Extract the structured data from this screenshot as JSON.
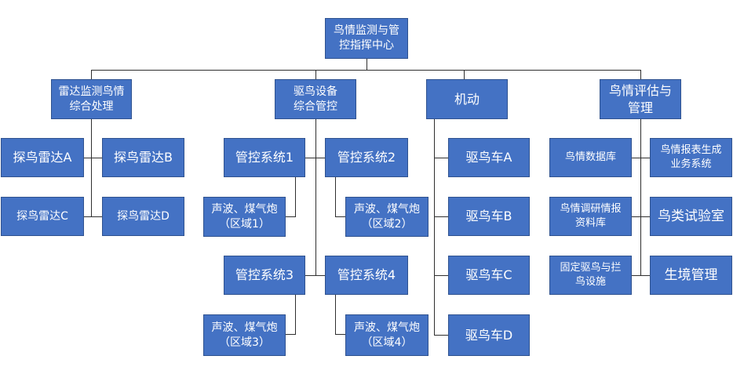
{
  "root": {
    "line1": "鸟情监测与管",
    "line2": "控指挥中心"
  },
  "radar": {
    "head": {
      "line1": "雷达监测鸟情",
      "line2": "综合处理"
    },
    "items": [
      "探鸟雷达A",
      "探鸟雷达B",
      "探鸟雷达C",
      "探鸟雷达D"
    ]
  },
  "repel": {
    "head": {
      "line1": "驱鸟设备",
      "line2": "综合管控"
    },
    "systems": [
      "管控系统1",
      "管控系统2",
      "管控系统3",
      "管控系统4"
    ],
    "devices": [
      {
        "line1": "声波、煤气炮",
        "line2": "（区域1）"
      },
      {
        "line1": "声波、煤气炮",
        "line2": "（区域2）"
      },
      {
        "line1": "声波、煤气炮",
        "line2": "（区域3）"
      },
      {
        "line1": "声波、煤气炮",
        "line2": "（区域4）"
      }
    ]
  },
  "mobile": {
    "head": "机动",
    "vehicles": [
      "驱鸟车A",
      "驱鸟车B",
      "驱鸟车C",
      "驱鸟车D"
    ]
  },
  "eval": {
    "head": {
      "line1": "鸟情评估与",
      "line2": "管理"
    },
    "left": [
      {
        "line1": "鸟情数据库",
        "line2": ""
      },
      {
        "line1": "鸟情调研情报",
        "line2": "资料库"
      },
      {
        "line1": "固定驱鸟与拦",
        "line2": "鸟设施"
      }
    ],
    "right": [
      {
        "line1": "鸟情报表生成",
        "line2": "业务系统"
      },
      {
        "line1": "鸟类试验室",
        "line2": ""
      },
      {
        "line1": "生境管理",
        "line2": ""
      }
    ]
  }
}
